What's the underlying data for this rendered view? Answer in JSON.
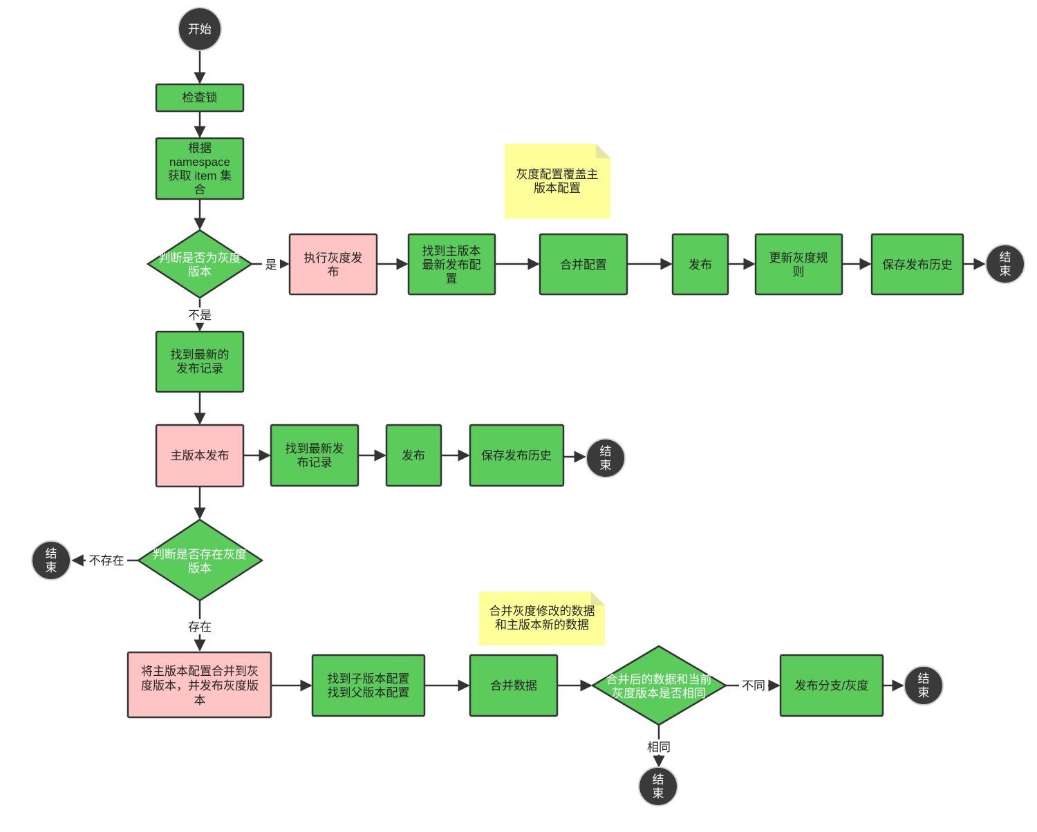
{
  "nodes": {
    "start": "开始",
    "check_lock": "检查锁",
    "get_items": [
      "根据",
      "namespace",
      "获取 item 集",
      "合"
    ],
    "is_gray": [
      "判断是否为灰度",
      "版本"
    ],
    "do_gray_release": [
      "执行灰度发",
      "布"
    ],
    "find_main_latest": [
      "找到主版本",
      "最新发布配",
      "置"
    ],
    "merge_config": "合并配置",
    "publish_1": "发布",
    "update_gray_rules": [
      "更新灰度规",
      "则"
    ],
    "save_history_1": "保存发布历史",
    "end_1": [
      "结",
      "束"
    ],
    "find_latest_record": [
      "找到最新的",
      "发布记录"
    ],
    "main_release": "主版本发布",
    "find_latest_record_2": [
      "找到最新发",
      "布记录"
    ],
    "publish_2": "发布",
    "save_history_2": "保存发布历史",
    "end_2": [
      "结",
      "束"
    ],
    "gray_exists": [
      "判断是否存在灰度",
      "版本"
    ],
    "end_3": [
      "结",
      "束"
    ],
    "merge_main_to_gray": [
      "将主版本配置合并到灰",
      "度版本，并发布灰度版",
      "本"
    ],
    "find_child_parent": [
      "找到子版本配置",
      "找到父版本配置"
    ],
    "merge_data": "合并数据",
    "same_as_current": [
      "合并后的数据和当前",
      "灰度版本是否相同"
    ],
    "publish_branch": "发布分支/灰度",
    "end_4": [
      "结",
      "束"
    ],
    "end_5": [
      "结",
      "束"
    ]
  },
  "notes": {
    "gray_override": [
      "灰度配置覆盖主",
      "版本配置"
    ],
    "merge_gray_changes": [
      "合并灰度修改的数据",
      "和主版本新的数据"
    ]
  },
  "edge_labels": {
    "yes": "是",
    "no": "不是",
    "not_exists": "不存在",
    "exists": "存在",
    "different": "不同",
    "same": "相同"
  },
  "colors": {
    "process": "#5bcc5b",
    "highlight": "#ffc5c5",
    "terminal": "#3a3a3a",
    "note": "#ffff99"
  }
}
